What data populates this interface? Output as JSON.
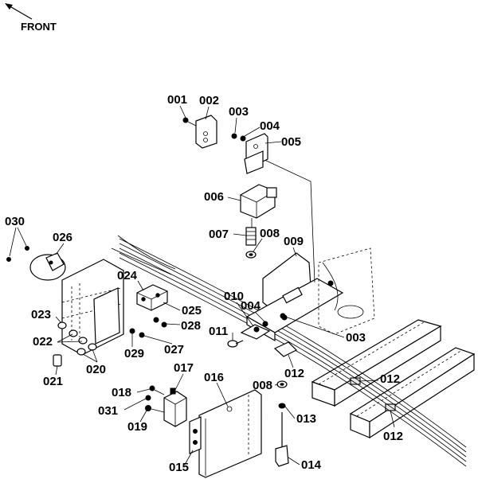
{
  "orientation_label": "FRONT",
  "callouts": [
    "001",
    "002",
    "003",
    "004",
    "005",
    "006",
    "007",
    "008",
    "009",
    "010",
    "004",
    "011",
    "003",
    "012",
    "012",
    "012",
    "008",
    "013",
    "014",
    "015",
    "016",
    "017",
    "018",
    "031",
    "019",
    "024",
    "025",
    "028",
    "027",
    "029",
    "020",
    "021",
    "022",
    "023",
    "026",
    "030"
  ]
}
